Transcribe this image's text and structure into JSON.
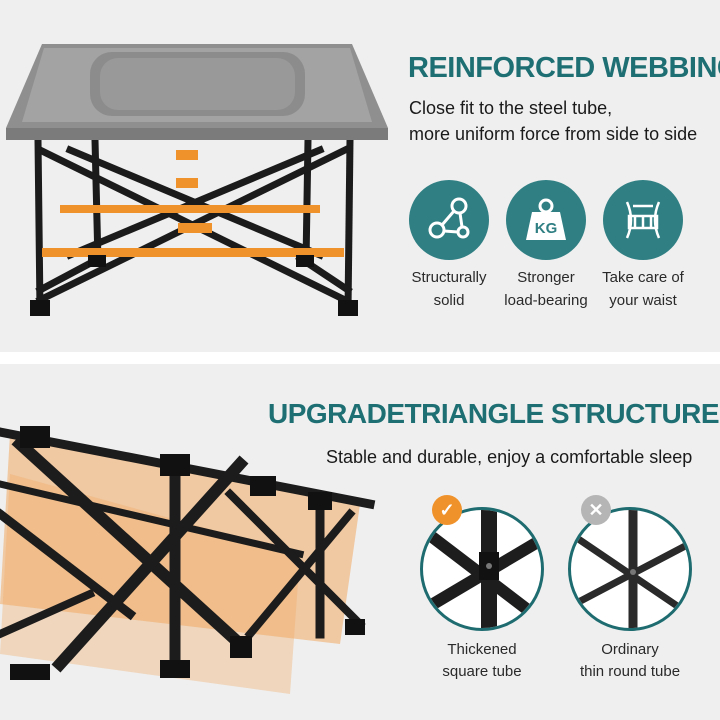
{
  "top": {
    "headline": "REINFORCED WEBBING",
    "subline1": "Close fit to the steel tube,",
    "subline2": "more uniform force from side to side",
    "features": [
      {
        "icon": "network-nodes-icon",
        "line1": "Structurally",
        "line2": "solid"
      },
      {
        "icon": "kg-weight-icon",
        "line1": "Stronger",
        "line2": "load-bearing"
      },
      {
        "icon": "waist-support-icon",
        "line1": "Take care of",
        "line2": "your waist"
      }
    ]
  },
  "bottom": {
    "headline": "UPGRADETRIANGLE STRUCTURE",
    "subline": "Stable and durable, enjoy a comfortable sleep",
    "comparison": [
      {
        "icon": "checkmark-icon",
        "line1": "Thickened",
        "line2": "square tube"
      },
      {
        "icon": "cross-icon",
        "line1": "Ordinary",
        "line2": "thin round tube"
      }
    ],
    "kg_label": "KG"
  },
  "colors": {
    "accent_teal": "#1e6f73",
    "icon_teal": "#2f7f83",
    "orange": "#f0922b",
    "panel_gray": "#efefef"
  }
}
